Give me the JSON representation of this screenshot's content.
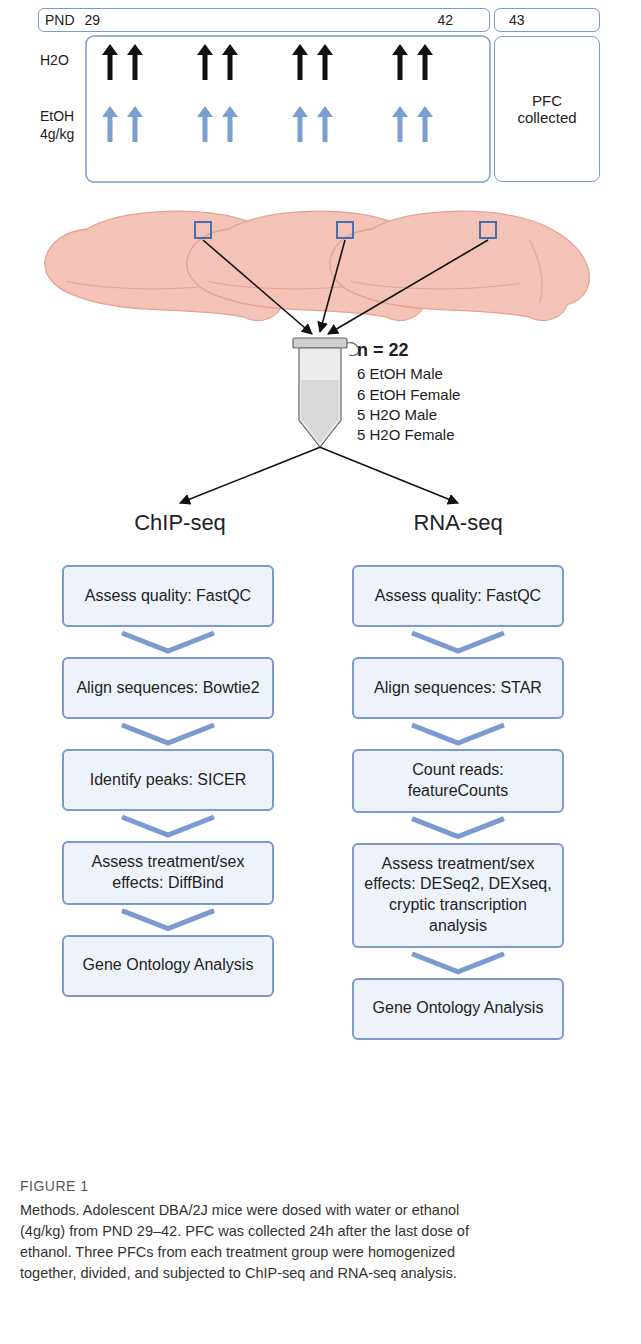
{
  "diagram": {
    "caption": "Methods. Adolescent DBA/2J mice were dosed with water or ethanol (4g/kg) from PND 29–42. PFC was collected 24h after the last dose of ethanol. Three PFCs from each treatment group were homogenized together, divided, and subjected to ChIP-seq and RNA-seq analysis.",
    "nodes": [
      {
        "text": [
          "PND",
          "29",
          "42"
        ]
      },
      {
        "text": [
          "43"
        ]
      },
      {
        "text": [
          "PFC collected"
        ]
      },
      {
        "text": [
          "n = 22",
          "6 EtOH Male",
          "6 EtOH Female",
          "5 H2O Male",
          "5 H2O Female"
        ]
      },
      {
        "text": [
          "ChIP-seq"
        ]
      },
      {
        "text": [
          "RNA-seq"
        ]
      },
      {
        "text": [
          "Assess quality: FastQC"
        ]
      },
      {
        "text": [
          "Align sequences: Bowtie2"
        ]
      },
      {
        "text": [
          "Identify peaks: SICER"
        ]
      },
      {
        "text": [
          "Assess treatment/sex effects: DiffBind"
        ]
      },
      {
        "text": [
          "Gene Ontology Analysis"
        ]
      },
      {
        "text": [
          "Assess quality: FastQC"
        ]
      },
      {
        "text": [
          "Align sequences: STAR"
        ]
      },
      {
        "text": [
          "Count reads: featureCounts"
        ]
      },
      {
        "text": [
          "Assess treatment/sex effects: DESeq2, DEXseq, cryptic transcription analysis"
        ]
      },
      {
        "text": [
          "Gene Ontology Analysis"
        ]
      }
    ],
    "edges": [
      {
        "from": 3,
        "to": 4,
        "arrow": "to"
      },
      {
        "from": 3,
        "to": 5,
        "arrow": "to"
      },
      {
        "from": 6,
        "to": 7,
        "arrow": "to"
      },
      {
        "from": 7,
        "to": 8,
        "arrow": "to"
      },
      {
        "from": 8,
        "to": 9,
        "arrow": "to"
      },
      {
        "from": 9,
        "to": 10,
        "arrow": "to"
      },
      {
        "from": 11,
        "to": 12,
        "arrow": "to"
      },
      {
        "from": 12,
        "to": 13,
        "arrow": "to"
      },
      {
        "from": 13,
        "to": 14,
        "arrow": "to"
      },
      {
        "from": 14,
        "to": 15,
        "arrow": "to"
      }
    ],
    "labels": [
      "H2O",
      "EtOH 4g/kg",
      "FIGURE 1"
    ]
  }
}
